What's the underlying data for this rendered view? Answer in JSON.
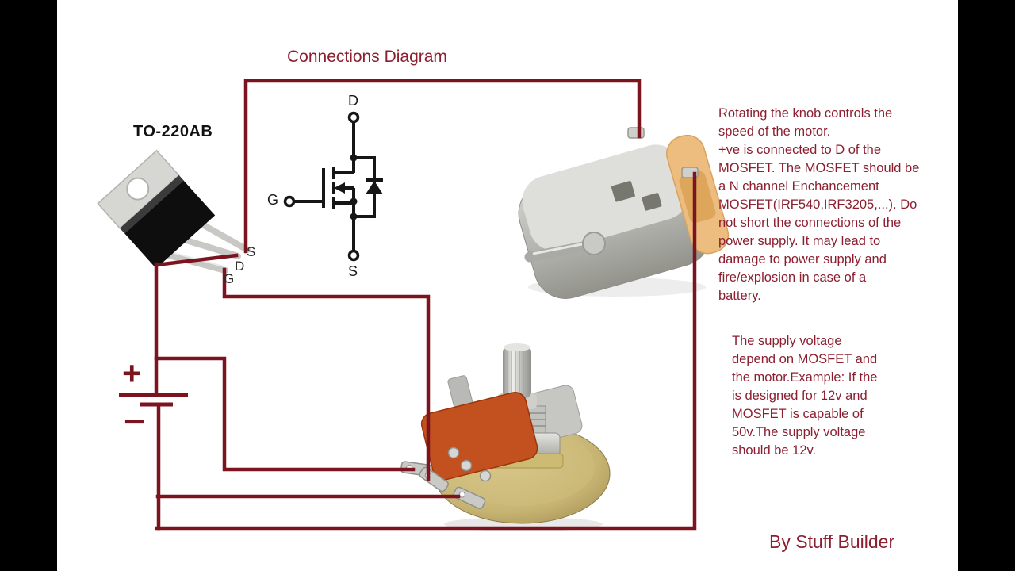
{
  "title": "Connections Diagram",
  "credit": "By Stuff Builder",
  "package": {
    "label": "TO-220AB",
    "pin_s": "S",
    "pin_d": "D",
    "pin_g": "G"
  },
  "schematic": {
    "drain": "D",
    "gate": "G",
    "source": "S"
  },
  "battery": {
    "plus": "+",
    "minus": "−"
  },
  "notes": {
    "p1": [
      "Rotating the knob controls the",
      "speed of the motor.",
      "+ve is connected to D of the",
      "MOSFET. The MOSFET should be",
      "a N channel Enchancement",
      "MOSFET(IRF540,IRF3205,...). Do",
      "not short the connections of the",
      "power supply. It may lead to",
      "damage to power supply and",
      "fire/explosion in case of a",
      "battery."
    ],
    "p2": [
      "The supply voltage",
      "depend on MOSFET and",
      "the motor.Example: If the",
      "is designed for 12v and",
      "MOSFET is capable of",
      "50v.The supply voltage",
      "should be 12v."
    ]
  },
  "colors": {
    "wire": "#7c141f",
    "text": "#8b1f30",
    "letterbox": "#000000",
    "mosfet_body": "#0e0e0e",
    "pot_wafer": "#c35120",
    "motor_cap": "#edbd80"
  }
}
